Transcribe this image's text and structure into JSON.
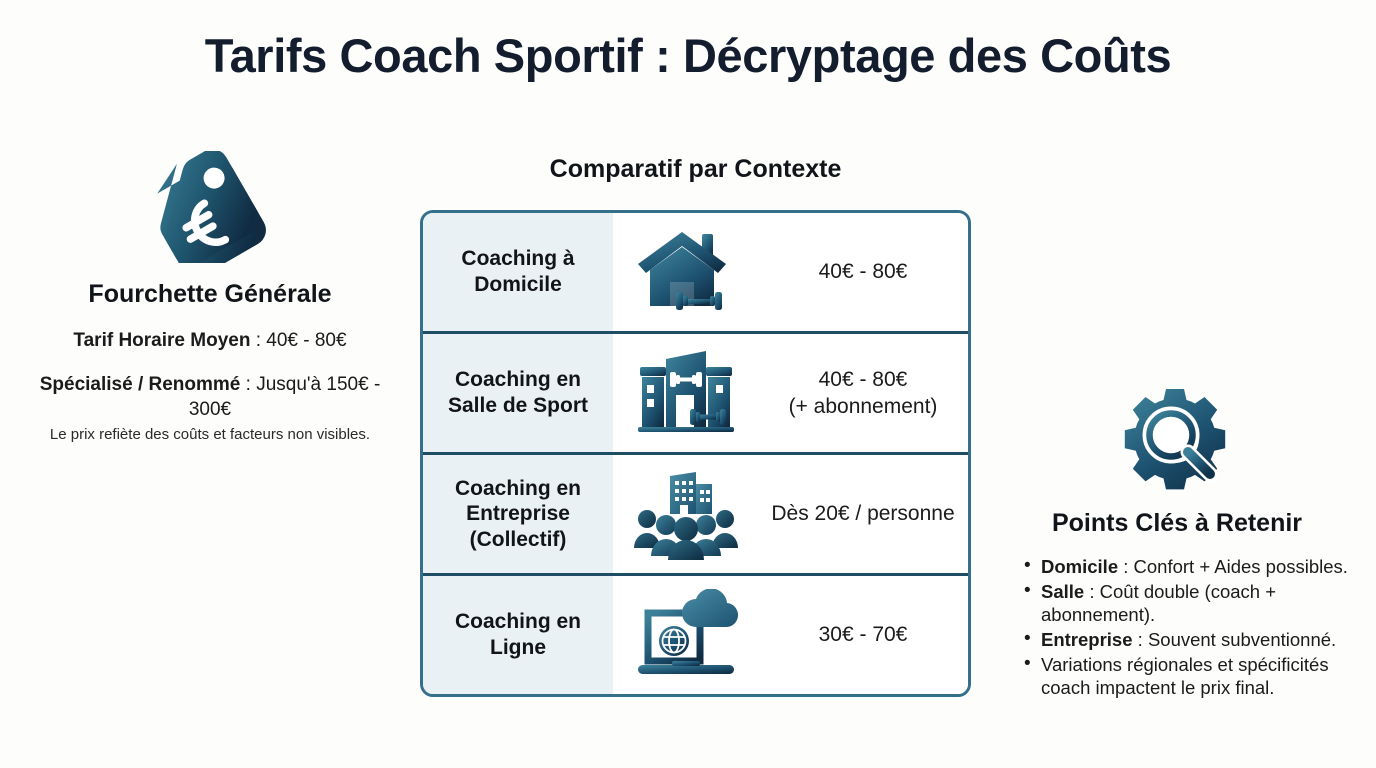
{
  "title": "Tarifs Coach Sportif : Décryptage des Coûts",
  "left": {
    "icon": "price-tag-euro-icon",
    "heading": "Fourchette Générale",
    "rate_label": "Tarif Horaire Moyen",
    "rate_sep": " : ",
    "rate_value": "40€ - 80€",
    "special_label": "Spécialisé / Renommé",
    "special_sep": " : ",
    "special_value": "Jusqu'à 150€ - 300€",
    "note": "Le prix refiète des coûts et facteurs non visibles."
  },
  "center": {
    "heading": "Comparatif par Contexte",
    "rows": [
      {
        "label": "Coaching à Domicile",
        "icon": "house-dumbbell-icon",
        "price": "40€ - 80€"
      },
      {
        "label": "Coaching en Salle de Sport",
        "icon": "gym-building-icon",
        "price": "40€ - 80€\n(+ abonnement)"
      },
      {
        "label": "Coaching en Entreprise (Collectif)",
        "icon": "office-group-icon",
        "price": "Dès 20€ / personne"
      },
      {
        "label": "Coaching en Ligne",
        "icon": "laptop-cloud-globe-icon",
        "price": "30€ - 70€"
      }
    ]
  },
  "right": {
    "icon": "gear-magnifier-icon",
    "heading": "Points Clés à Retenir",
    "bullets": [
      {
        "label": "Domicile",
        "sep": " : ",
        "text": "Confort + Aides possibles."
      },
      {
        "label": "Salle",
        "sep": " : ",
        "text": "Coût double (coach + abonnement)."
      },
      {
        "label": "Entreprise",
        "sep": " : ",
        "text": "Souvent subventionné."
      },
      {
        "label": "",
        "sep": "",
        "text": "Variations régionales et spécificités coach impactent le prix final."
      }
    ]
  },
  "colors": {
    "background": "#fdfdfc",
    "title": "#141d2e",
    "icon_light": "#3d8199",
    "icon_dark": "#123249",
    "table_border": "#35708a",
    "row_divider": "#1f4d66",
    "label_cell_bg": "#eaf1f5"
  }
}
